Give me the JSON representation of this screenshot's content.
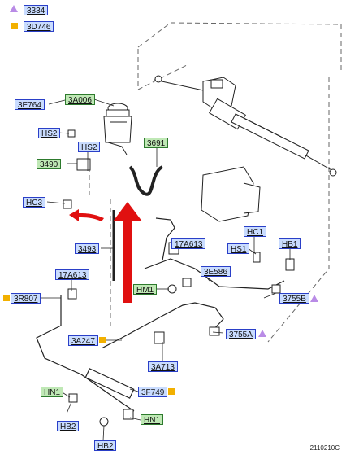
{
  "legend": {
    "triangle_label": "3334",
    "square_label": "3D746"
  },
  "labels": {
    "3E764": "3E764",
    "3A006": "3A006",
    "HS2_a": "HS2",
    "HS2_b": "HS2",
    "3490": "3490",
    "3691": "3691",
    "HC3": "HC3",
    "3493": "3493",
    "17A613_a": "17A613",
    "17A613_b": "17A613",
    "HC1": "HC1",
    "HS1": "HS1",
    "HB1": "HB1",
    "3E586": "3E586",
    "HM1": "HM1",
    "3R807": "3R807",
    "3755B": "3755B",
    "3A247": "3A247",
    "3755A": "3755A",
    "3A713": "3A713",
    "HN1_a": "HN1",
    "3F749": "3F749",
    "HB2_a": "HB2",
    "HN1_b": "HN1",
    "HB2_b": "HB2"
  },
  "drawing_code": "2110210C",
  "colors": {
    "label_blue": "#c9dcff",
    "label_green": "#bfe8b5",
    "triangle_marker": "#b98be6",
    "square_marker": "#f2b000",
    "arrow_red": "#e01010"
  }
}
